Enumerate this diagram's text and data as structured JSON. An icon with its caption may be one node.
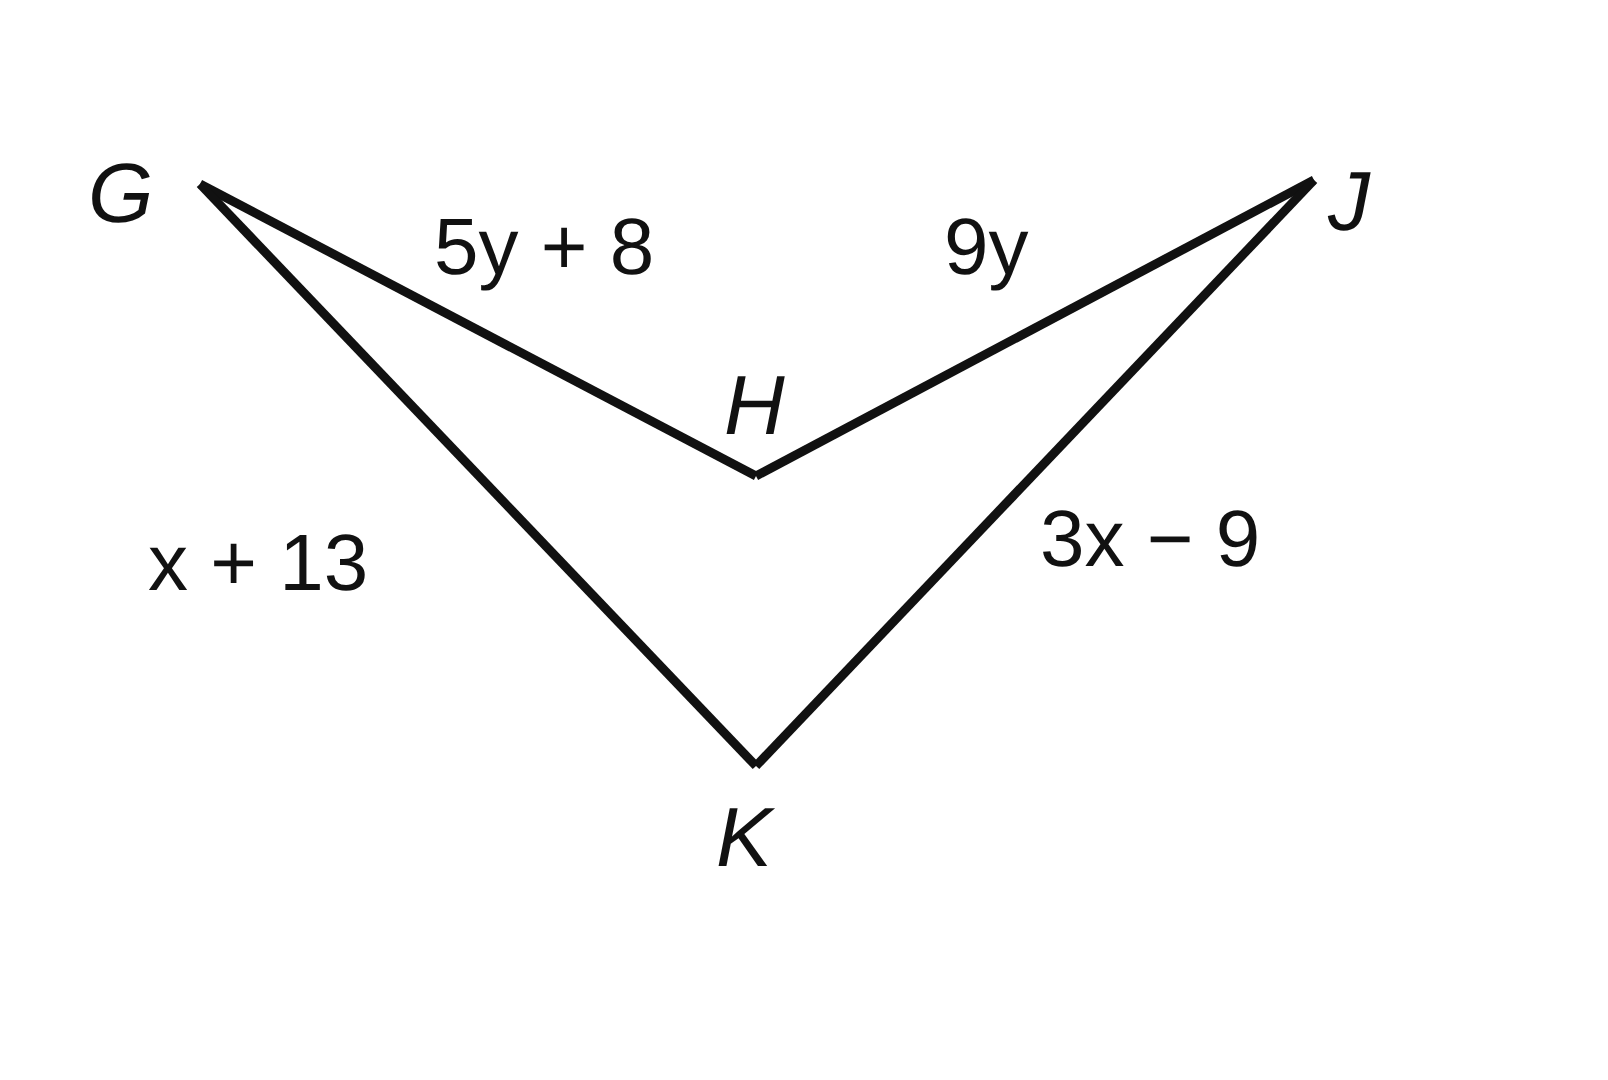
{
  "diagram": {
    "nodes": [
      {
        "text": [
          "G"
        ]
      },
      {
        "text": [
          "J"
        ]
      },
      {
        "text": [
          "H"
        ]
      },
      {
        "text": [
          "K"
        ]
      }
    ],
    "edges": [
      {
        "from": 0,
        "to": 2,
        "arrow": "none",
        "label": "5y + 8"
      },
      {
        "from": 2,
        "to": 1,
        "arrow": "none",
        "label": "9y"
      },
      {
        "from": 0,
        "to": 3,
        "arrow": "none",
        "label": "x + 13"
      },
      {
        "from": 1,
        "to": 3,
        "arrow": "none",
        "label": "3x − 9"
      }
    ]
  }
}
